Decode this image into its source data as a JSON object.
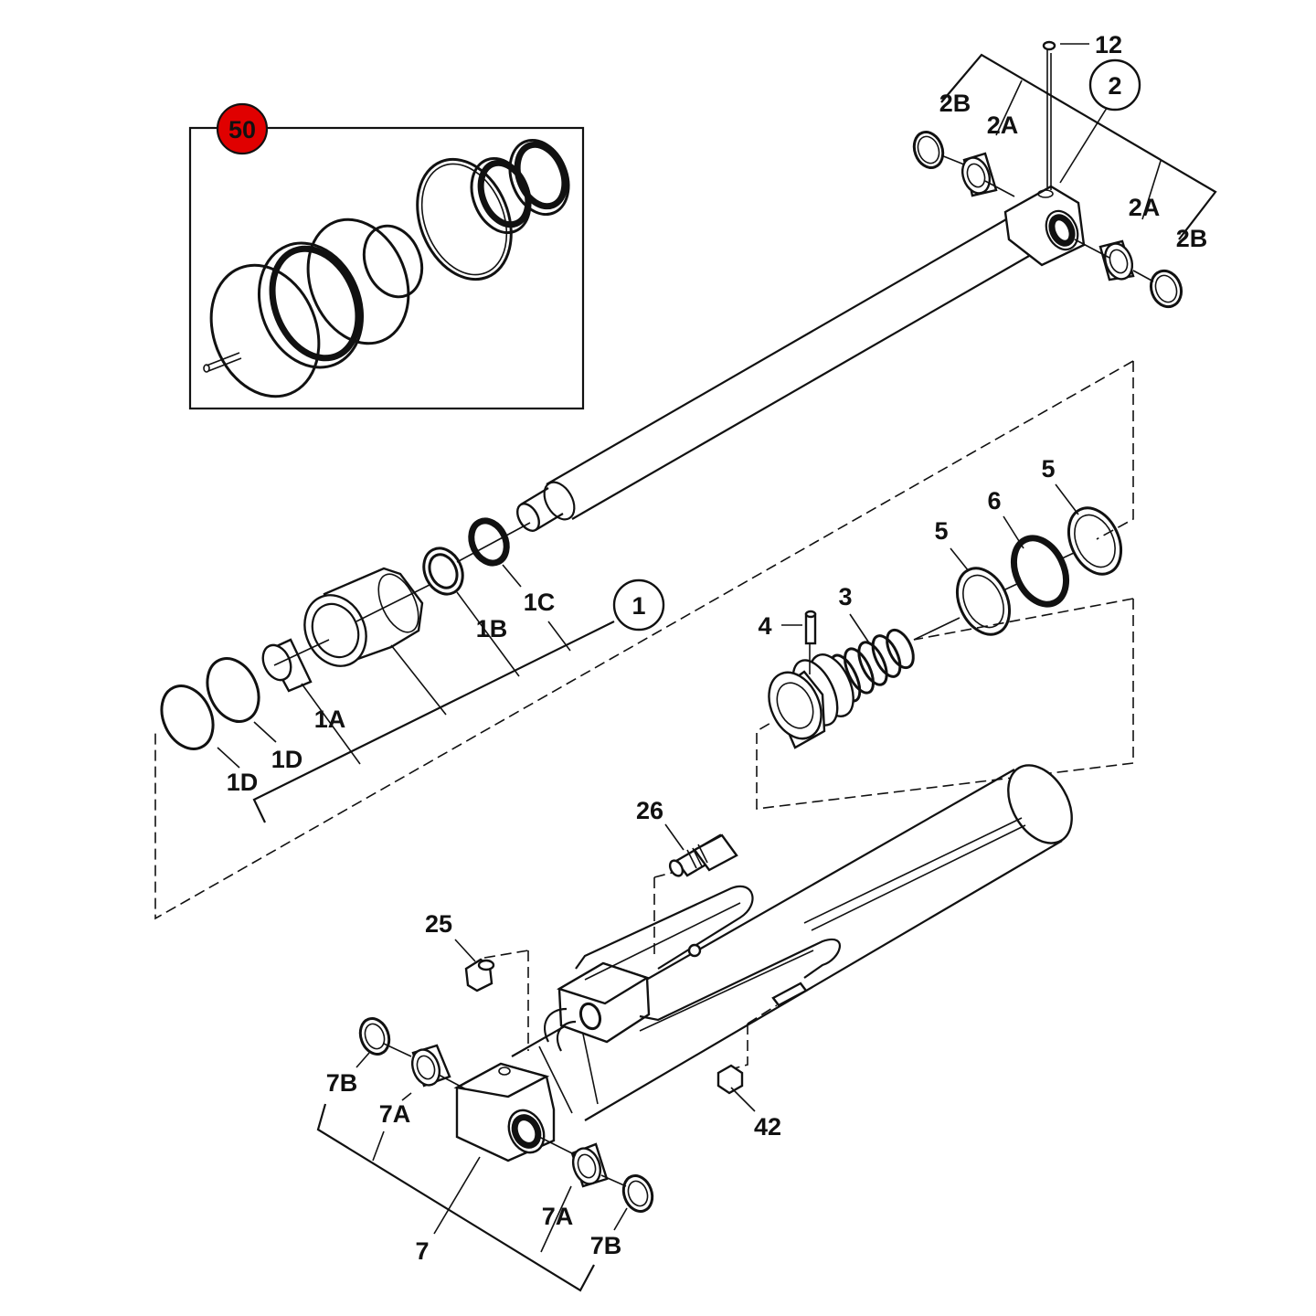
{
  "kit_callout": {
    "label": "50",
    "color": "#e00000"
  },
  "assembly_callouts": {
    "rod_assembly": "2",
    "piston_assembly": "1"
  },
  "labels": {
    "p12": "12",
    "p2b_top": "2B",
    "p2a_top": "2A",
    "p2a_right": "2A",
    "p2b_right": "2B",
    "p5_top": "5",
    "p6": "6",
    "p5_mid": "5",
    "p3": "3",
    "p4": "4",
    "p1c": "1C",
    "p1b": "1B",
    "p1a": "1A",
    "p1d_a": "1D",
    "p1d_b": "1D",
    "p26": "26",
    "p25": "25",
    "p42": "42",
    "p7b_left": "7B",
    "p7a_left": "7A",
    "p7": "7",
    "p7a_right": "7A",
    "p7b_right": "7B"
  },
  "icons": [
    "seal-kit-drawing",
    "piston-rod-drawing",
    "piston-drawing",
    "cylinder-barrel-drawing",
    "cushion-valve-drawing"
  ]
}
